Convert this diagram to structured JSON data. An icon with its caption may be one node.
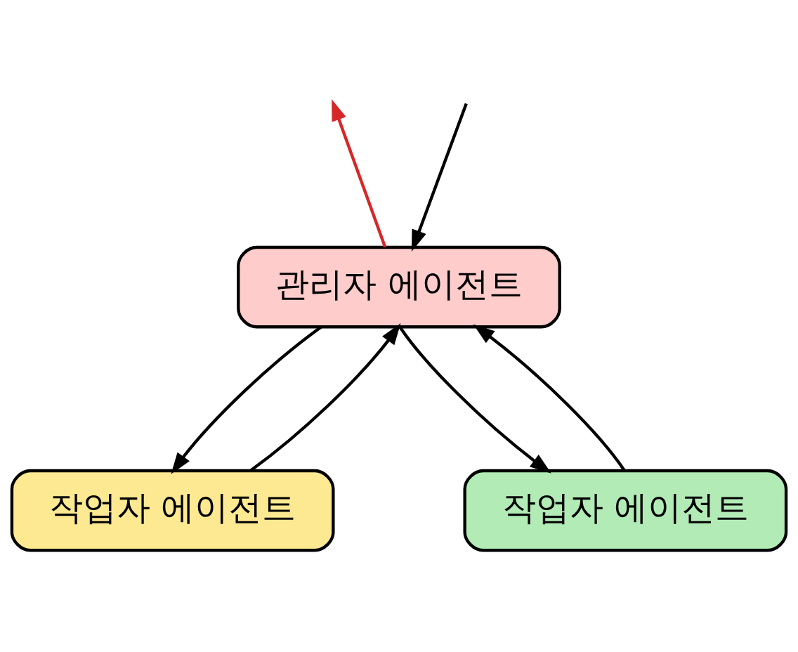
{
  "diagram": {
    "nodes": [
      {
        "text": [
          "관리자 에이전트"
        ]
      },
      {
        "text": [
          "작업자 에이전트"
        ]
      },
      {
        "text": [
          "작업자 에이전트"
        ]
      }
    ],
    "edges": [
      {
        "from": null,
        "to": 0,
        "arrow": "to"
      },
      {
        "from": 0,
        "to": null,
        "arrow": "to",
        "color": "#d62828"
      },
      {
        "from": 0,
        "to": 1,
        "arrow": "to"
      },
      {
        "from": 1,
        "to": 0,
        "arrow": "to"
      },
      {
        "from": 2,
        "to": 0,
        "arrow": "to"
      },
      {
        "from": 0,
        "to": 2,
        "arrow": "to"
      }
    ]
  }
}
